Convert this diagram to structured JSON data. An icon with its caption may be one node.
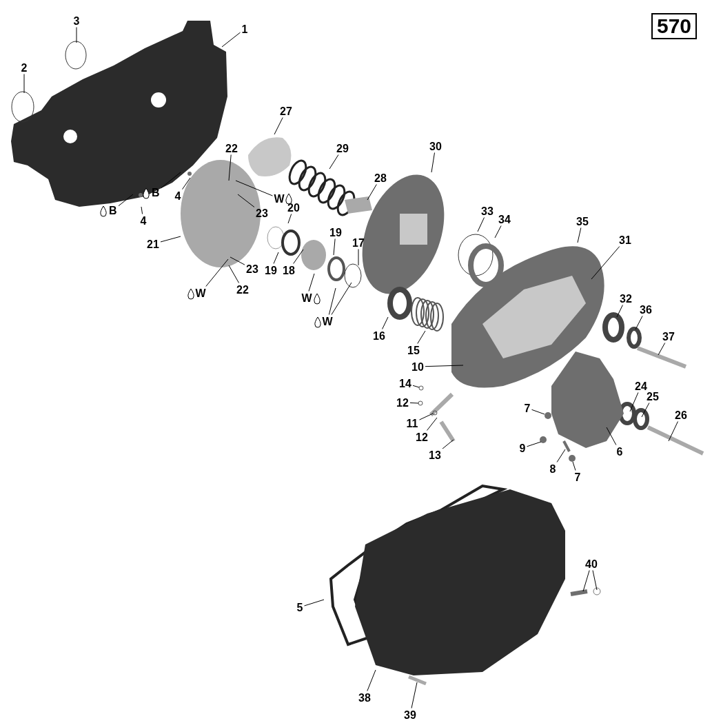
{
  "diagram": {
    "nodes": [
      {
        "text": [
          "570"
        ]
      },
      {
        "text": [
          "1"
        ]
      },
      {
        "text": [
          "2"
        ]
      },
      {
        "text": [
          "3"
        ]
      },
      {
        "text": [
          "27"
        ]
      },
      {
        "text": [
          "22"
        ]
      },
      {
        "text": [
          "29"
        ]
      },
      {
        "text": [
          "30"
        ]
      },
      {
        "text": [
          "B"
        ]
      },
      {
        "text": [
          "4"
        ]
      },
      {
        "text": [
          "B"
        ]
      },
      {
        "text": [
          "4"
        ]
      },
      {
        "text": [
          "W"
        ]
      },
      {
        "text": [
          "23"
        ]
      },
      {
        "text": [
          "28"
        ]
      },
      {
        "text": [
          "20"
        ]
      },
      {
        "text": [
          "21"
        ]
      },
      {
        "text": [
          "33"
        ]
      },
      {
        "text": [
          "34"
        ]
      },
      {
        "text": [
          "35"
        ]
      },
      {
        "text": [
          "31"
        ]
      },
      {
        "text": [
          "19"
        ]
      },
      {
        "text": [
          "17"
        ]
      },
      {
        "text": [
          "23"
        ]
      },
      {
        "text": [
          "22"
        ]
      },
      {
        "text": [
          "W"
        ]
      },
      {
        "text": [
          "19"
        ]
      },
      {
        "text": [
          "18"
        ]
      },
      {
        "text": [
          "W"
        ]
      },
      {
        "text": [
          "W"
        ]
      },
      {
        "text": [
          "32"
        ]
      },
      {
        "text": [
          "36"
        ]
      },
      {
        "text": [
          "16"
        ]
      },
      {
        "text": [
          "15"
        ]
      },
      {
        "text": [
          "37"
        ]
      },
      {
        "text": [
          "10"
        ]
      },
      {
        "text": [
          "14"
        ]
      },
      {
        "text": [
          "12"
        ]
      },
      {
        "text": [
          "11"
        ]
      },
      {
        "text": [
          "12"
        ]
      },
      {
        "text": [
          "13"
        ]
      },
      {
        "text": [
          "7"
        ]
      },
      {
        "text": [
          "24"
        ]
      },
      {
        "text": [
          "25"
        ]
      },
      {
        "text": [
          "26"
        ]
      },
      {
        "text": [
          "9"
        ]
      },
      {
        "text": [
          "6"
        ]
      },
      {
        "text": [
          "8"
        ]
      },
      {
        "text": [
          "7"
        ]
      },
      {
        "text": [
          "40"
        ]
      },
      {
        "text": [
          "5"
        ]
      },
      {
        "text": [
          "38"
        ]
      },
      {
        "text": [
          "39"
        ]
      }
    ],
    "edges": [
      {
        "from": 1,
        "to": null,
        "arrow": "none"
      },
      {
        "from": 2,
        "to": null,
        "arrow": "none"
      },
      {
        "from": 3,
        "to": null,
        "arrow": "none"
      },
      {
        "from": 4,
        "to": null,
        "arrow": "none"
      },
      {
        "from": 5,
        "to": null,
        "arrow": "none"
      },
      {
        "from": 6,
        "to": null,
        "arrow": "none"
      },
      {
        "from": 7,
        "to": null,
        "arrow": "none"
      },
      {
        "from": 8,
        "to": null,
        "arrow": "none"
      },
      {
        "from": 9,
        "to": null,
        "arrow": "none"
      },
      {
        "from": 10,
        "to": null,
        "arrow": "none"
      },
      {
        "from": 11,
        "to": null,
        "arrow": "none"
      },
      {
        "from": 12,
        "to": null,
        "arrow": "none"
      },
      {
        "from": 13,
        "to": null,
        "arrow": "none"
      },
      {
        "from": 14,
        "to": null,
        "arrow": "none"
      },
      {
        "from": 15,
        "to": null,
        "arrow": "none"
      },
      {
        "from": 16,
        "to": null,
        "arrow": "none"
      },
      {
        "from": 17,
        "to": null,
        "arrow": "none"
      },
      {
        "from": 18,
        "to": null,
        "arrow": "none"
      },
      {
        "from": 19,
        "to": null,
        "arrow": "none"
      },
      {
        "from": 20,
        "to": null,
        "arrow": "none"
      },
      {
        "from": 21,
        "to": null,
        "arrow": "none"
      },
      {
        "from": 22,
        "to": null,
        "arrow": "none"
      },
      {
        "from": 23,
        "to": null,
        "arrow": "none"
      },
      {
        "from": 24,
        "to": null,
        "arrow": "none"
      },
      {
        "from": 25,
        "to": null,
        "arrow": "none"
      },
      {
        "from": 26,
        "to": null,
        "arrow": "none"
      },
      {
        "from": 27,
        "to": null,
        "arrow": "none"
      },
      {
        "from": 28,
        "to": null,
        "arrow": "none"
      },
      {
        "from": 29,
        "to": null,
        "arrow": "none"
      },
      {
        "from": 29,
        "to": null,
        "arrow": "none"
      },
      {
        "from": 30,
        "to": null,
        "arrow": "none"
      },
      {
        "from": 31,
        "to": null,
        "arrow": "none"
      },
      {
        "from": 32,
        "to": null,
        "arrow": "none"
      },
      {
        "from": 33,
        "to": null,
        "arrow": "none"
      },
      {
        "from": 34,
        "to": null,
        "arrow": "none"
      },
      {
        "from": 35,
        "to": null,
        "arrow": "none"
      },
      {
        "from": 36,
        "to": null,
        "arrow": "none"
      },
      {
        "from": 37,
        "to": null,
        "arrow": "none"
      },
      {
        "from": 38,
        "to": null,
        "arrow": "none"
      },
      {
        "from": 39,
        "to": null,
        "arrow": "none"
      },
      {
        "from": 40,
        "to": null,
        "arrow": "none"
      },
      {
        "from": 41,
        "to": null,
        "arrow": "none"
      },
      {
        "from": 42,
        "to": null,
        "arrow": "none"
      },
      {
        "from": 43,
        "to": null,
        "arrow": "none"
      },
      {
        "from": 44,
        "to": null,
        "arrow": "none"
      },
      {
        "from": 45,
        "to": null,
        "arrow": "none"
      },
      {
        "from": 46,
        "to": null,
        "arrow": "none"
      },
      {
        "from": 47,
        "to": null,
        "arrow": "none"
      },
      {
        "from": 48,
        "to": null,
        "arrow": "none"
      },
      {
        "from": 49,
        "to": null,
        "arrow": "none"
      },
      {
        "from": 49,
        "to": null,
        "arrow": "none"
      },
      {
        "from": 50,
        "to": null,
        "arrow": "none"
      },
      {
        "from": 51,
        "to": null,
        "arrow": "none"
      },
      {
        "from": 52,
        "to": null,
        "arrow": "none"
      }
    ]
  }
}
